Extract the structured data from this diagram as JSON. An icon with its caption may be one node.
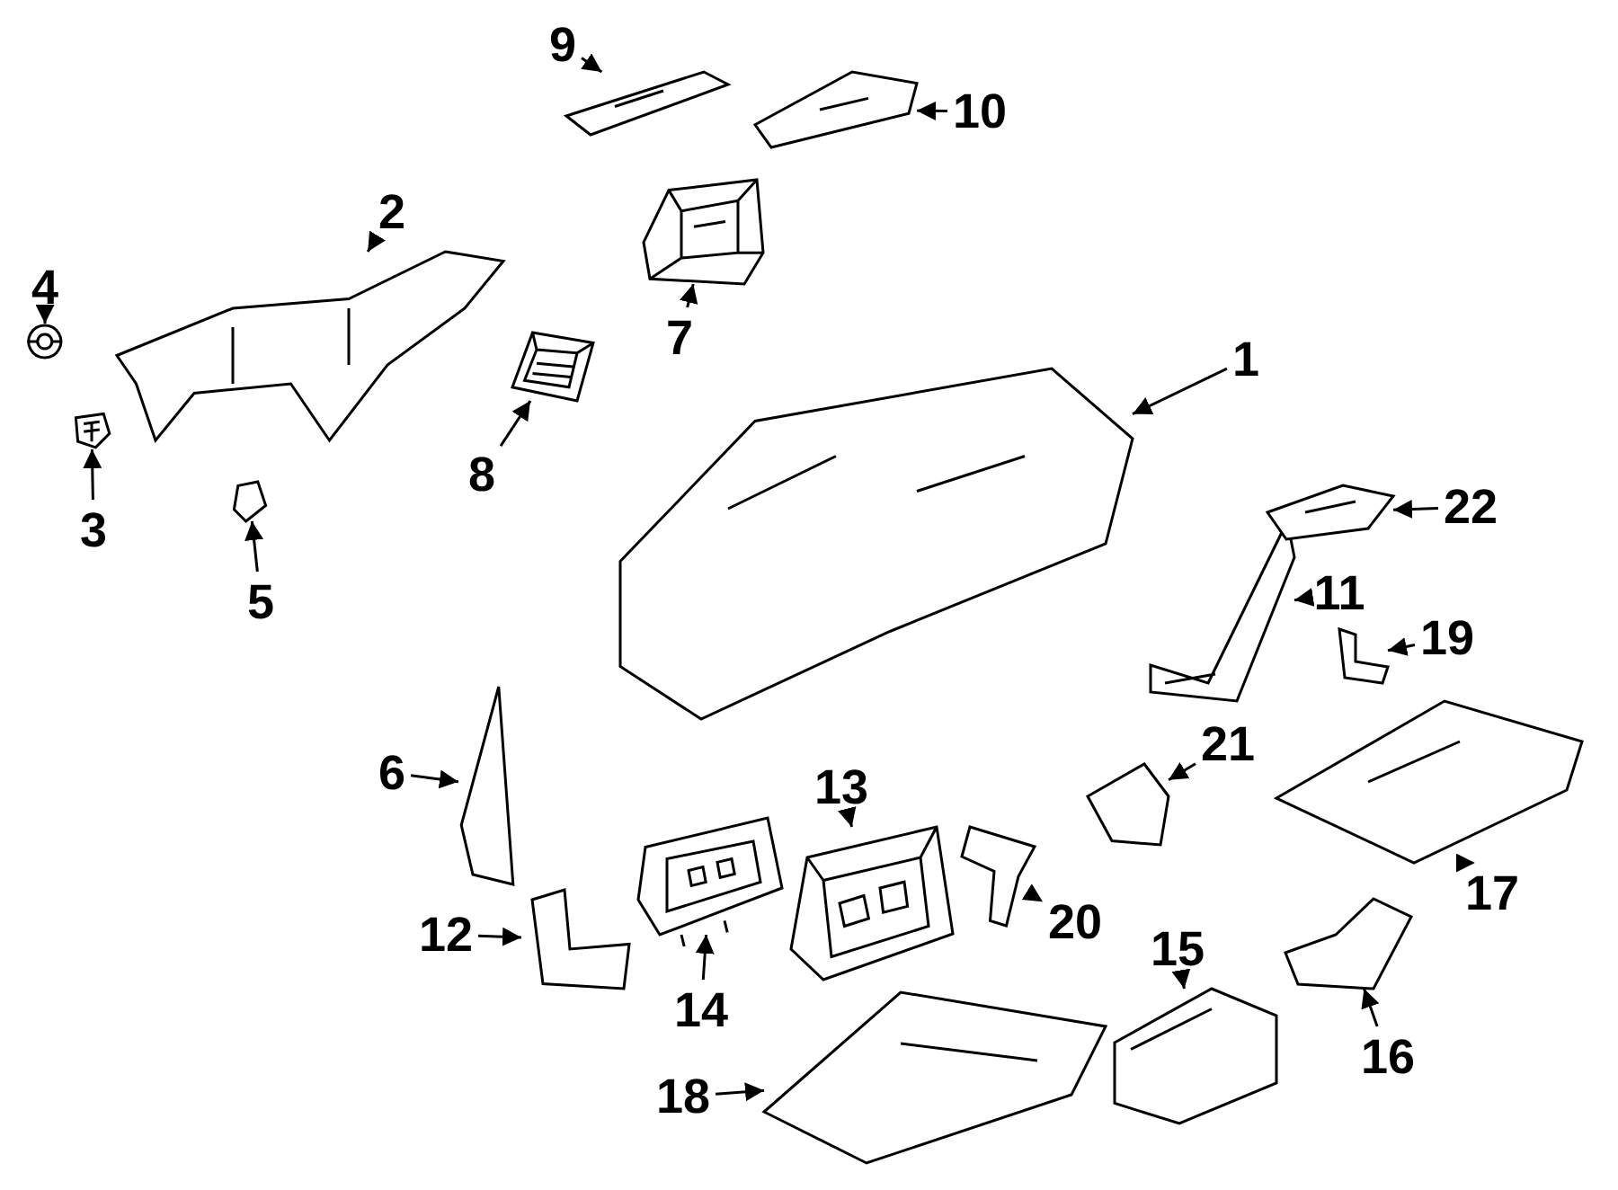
{
  "diagram": {
    "nodes": [
      {
        "text": [
          "1"
        ]
      },
      {
        "text": [
          "2"
        ]
      },
      {
        "text": [
          "3"
        ]
      },
      {
        "text": [
          "4"
        ]
      },
      {
        "text": [
          "5"
        ]
      },
      {
        "text": [
          "6"
        ]
      },
      {
        "text": [
          "7"
        ]
      },
      {
        "text": [
          "8"
        ]
      },
      {
        "text": [
          "9"
        ]
      },
      {
        "text": [
          "10"
        ]
      },
      {
        "text": [
          "11"
        ]
      },
      {
        "text": [
          "12"
        ]
      },
      {
        "text": [
          "13"
        ]
      },
      {
        "text": [
          "14"
        ]
      },
      {
        "text": [
          "15"
        ]
      },
      {
        "text": [
          "16"
        ]
      },
      {
        "text": [
          "17"
        ]
      },
      {
        "text": [
          "18"
        ]
      },
      {
        "text": [
          "19"
        ]
      },
      {
        "text": [
          "20"
        ]
      },
      {
        "text": [
          "21"
        ]
      },
      {
        "text": [
          "22"
        ]
      },
      {
        "text": [],
        "shape": "picture"
      },
      {
        "text": [],
        "shape": "picture"
      },
      {
        "text": [],
        "shape": "picture"
      },
      {
        "text": [],
        "shape": "picture"
      },
      {
        "text": [],
        "shape": "picture"
      },
      {
        "text": [],
        "shape": "picture"
      },
      {
        "text": [],
        "shape": "picture"
      },
      {
        "text": [],
        "shape": "picture"
      },
      {
        "text": [],
        "shape": "picture"
      },
      {
        "text": [],
        "shape": "picture"
      },
      {
        "text": [],
        "shape": "picture"
      },
      {
        "text": [],
        "shape": "picture"
      },
      {
        "text": [],
        "shape": "picture"
      },
      {
        "text": [],
        "shape": "picture"
      },
      {
        "text": [],
        "shape": "picture"
      },
      {
        "text": [],
        "shape": "picture"
      },
      {
        "text": [],
        "shape": "picture"
      },
      {
        "text": [],
        "shape": "picture"
      },
      {
        "text": [],
        "shape": "picture"
      },
      {
        "text": [],
        "shape": "picture"
      },
      {
        "text": [],
        "shape": "picture"
      },
      {
        "text": [],
        "shape": "picture"
      }
    ],
    "edges": [
      {
        "from": 0,
        "to": 22,
        "arrow": "to"
      },
      {
        "from": 1,
        "to": 23,
        "arrow": "to"
      },
      {
        "from": 2,
        "to": 24,
        "arrow": "to"
      },
      {
        "from": 3,
        "to": 25,
        "arrow": "to"
      },
      {
        "from": 4,
        "to": 26,
        "arrow": "to"
      },
      {
        "from": 5,
        "to": 27,
        "arrow": "to"
      },
      {
        "from": 6,
        "to": 28,
        "arrow": "to"
      },
      {
        "from": 7,
        "to": 29,
        "arrow": "to"
      },
      {
        "from": 8,
        "to": 30,
        "arrow": "to"
      },
      {
        "from": 9,
        "to": 31,
        "arrow": "to"
      },
      {
        "from": 10,
        "to": 32,
        "arrow": "to"
      },
      {
        "from": 11,
        "to": 33,
        "arrow": "to"
      },
      {
        "from": 12,
        "to": 34,
        "arrow": "to"
      },
      {
        "from": 13,
        "to": 35,
        "arrow": "to"
      },
      {
        "from": 14,
        "to": 36,
        "arrow": "to"
      },
      {
        "from": 15,
        "to": 37,
        "arrow": "to"
      },
      {
        "from": 16,
        "to": 38,
        "arrow": "to"
      },
      {
        "from": 17,
        "to": 39,
        "arrow": "to"
      },
      {
        "from": 18,
        "to": 40,
        "arrow": "to"
      },
      {
        "from": 19,
        "to": 41,
        "arrow": "to"
      },
      {
        "from": 20,
        "to": 42,
        "arrow": "to"
      },
      {
        "from": 21,
        "to": 43,
        "arrow": "to"
      }
    ]
  }
}
